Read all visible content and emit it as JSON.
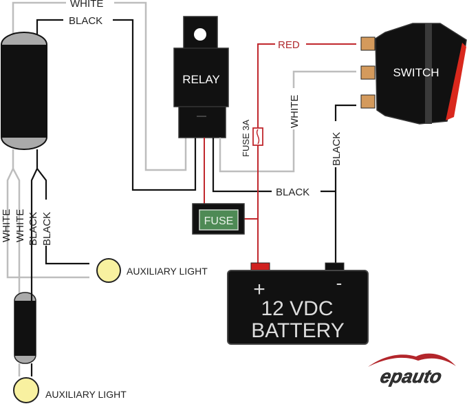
{
  "wire_labels": {
    "top_white": "WHITE",
    "top_black": "BLACK",
    "red": "RED",
    "switch_white": "WHITE",
    "switch_black": "BLACK",
    "relay_black": "BLACK",
    "fuse_inline": "FUSE 3A",
    "harness_white_1": "WHITE",
    "harness_white_2": "WHITE",
    "harness_black_1": "BLACK",
    "harness_black_2": "BLACK"
  },
  "components": {
    "relay": "RELAY",
    "switch": "SWITCH",
    "fuse": "FUSE",
    "battery_plus": "+",
    "battery_minus": "-",
    "battery_line1": "12 VDC",
    "battery_line2": "BATTERY",
    "aux_light_1": "AUXILIARY LIGHT",
    "aux_light_2": "AUXILIARY LIGHT"
  },
  "logo": "epauto",
  "colors": {
    "red_wire": "#c0262c",
    "white_wire": "#bdbdbd",
    "black_wire": "#111111",
    "light": "#f8f1a0",
    "fuse_green": "#4e8a55",
    "terminal": "#d49a5c"
  }
}
